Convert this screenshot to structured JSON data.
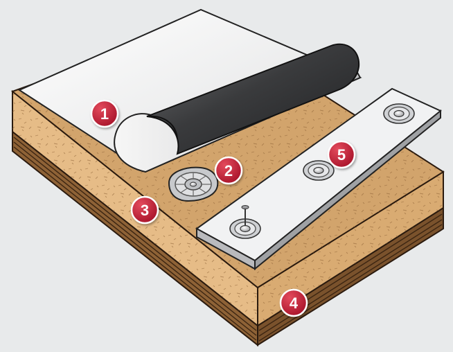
{
  "diagram": {
    "colors": {
      "background": "#e8eaeb",
      "membrane": "#f1f1f1",
      "roll": "#3f4042",
      "insulation_top": "#d2a46c",
      "insulation_side": "#e6bc87",
      "deck_plank": "#8e6236",
      "plate_strip": "#e9eaec",
      "callout": "#c31f36"
    },
    "callouts": [
      {
        "number": "1",
        "icon": "membrane-sheet"
      },
      {
        "number": "2",
        "icon": "fastening-plate"
      },
      {
        "number": "3",
        "icon": "insulation-board"
      },
      {
        "number": "4",
        "icon": "roof-deck"
      },
      {
        "number": "5",
        "icon": "seam-plate-strip"
      }
    ]
  }
}
